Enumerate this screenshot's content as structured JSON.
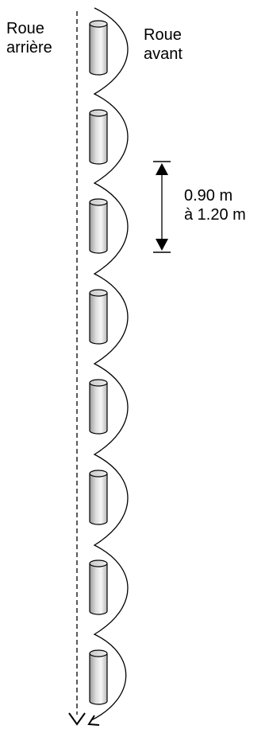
{
  "labels": {
    "rear_wheel": [
      "Roue",
      "arrière"
    ],
    "front_wheel": [
      "Roue",
      "avant"
    ],
    "spacing": [
      "0.90 m",
      "à 1.20 m"
    ]
  },
  "cone_count": 8,
  "colors": {
    "line": "#000000",
    "cone_dark": "#8a8a8a",
    "cone_light": "#f2f2f2",
    "background": "#ffffff"
  }
}
